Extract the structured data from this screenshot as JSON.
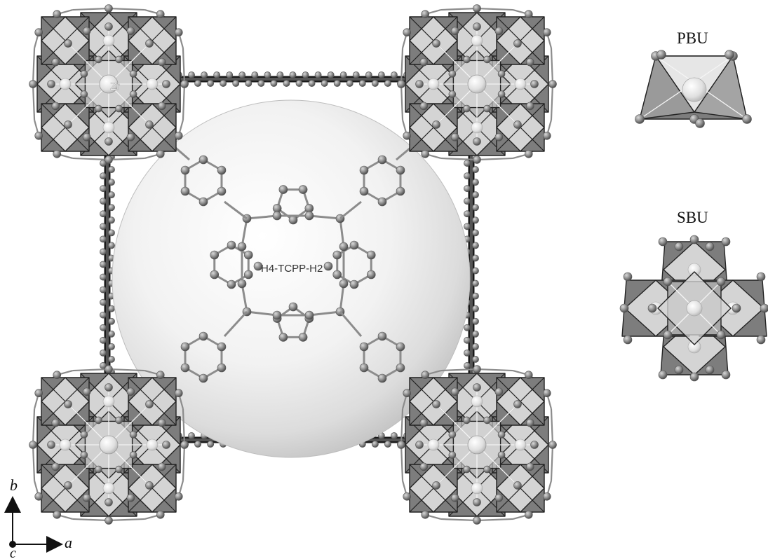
{
  "labels": {
    "metal": "Zr",
    "linker": "H4-TCPP-H2",
    "pbu": "PBU",
    "sbu": "SBU"
  },
  "axes": {
    "a": "a",
    "b": "b",
    "c": "c"
  },
  "colors": {
    "background": "#ffffff",
    "atom": "#8a8a8a",
    "polyhedron_dark": "#7d7d7d",
    "polyhedron_light": "#d4d4d4",
    "bond": "#8c8c8c",
    "cage": "#ebebeb"
  }
}
